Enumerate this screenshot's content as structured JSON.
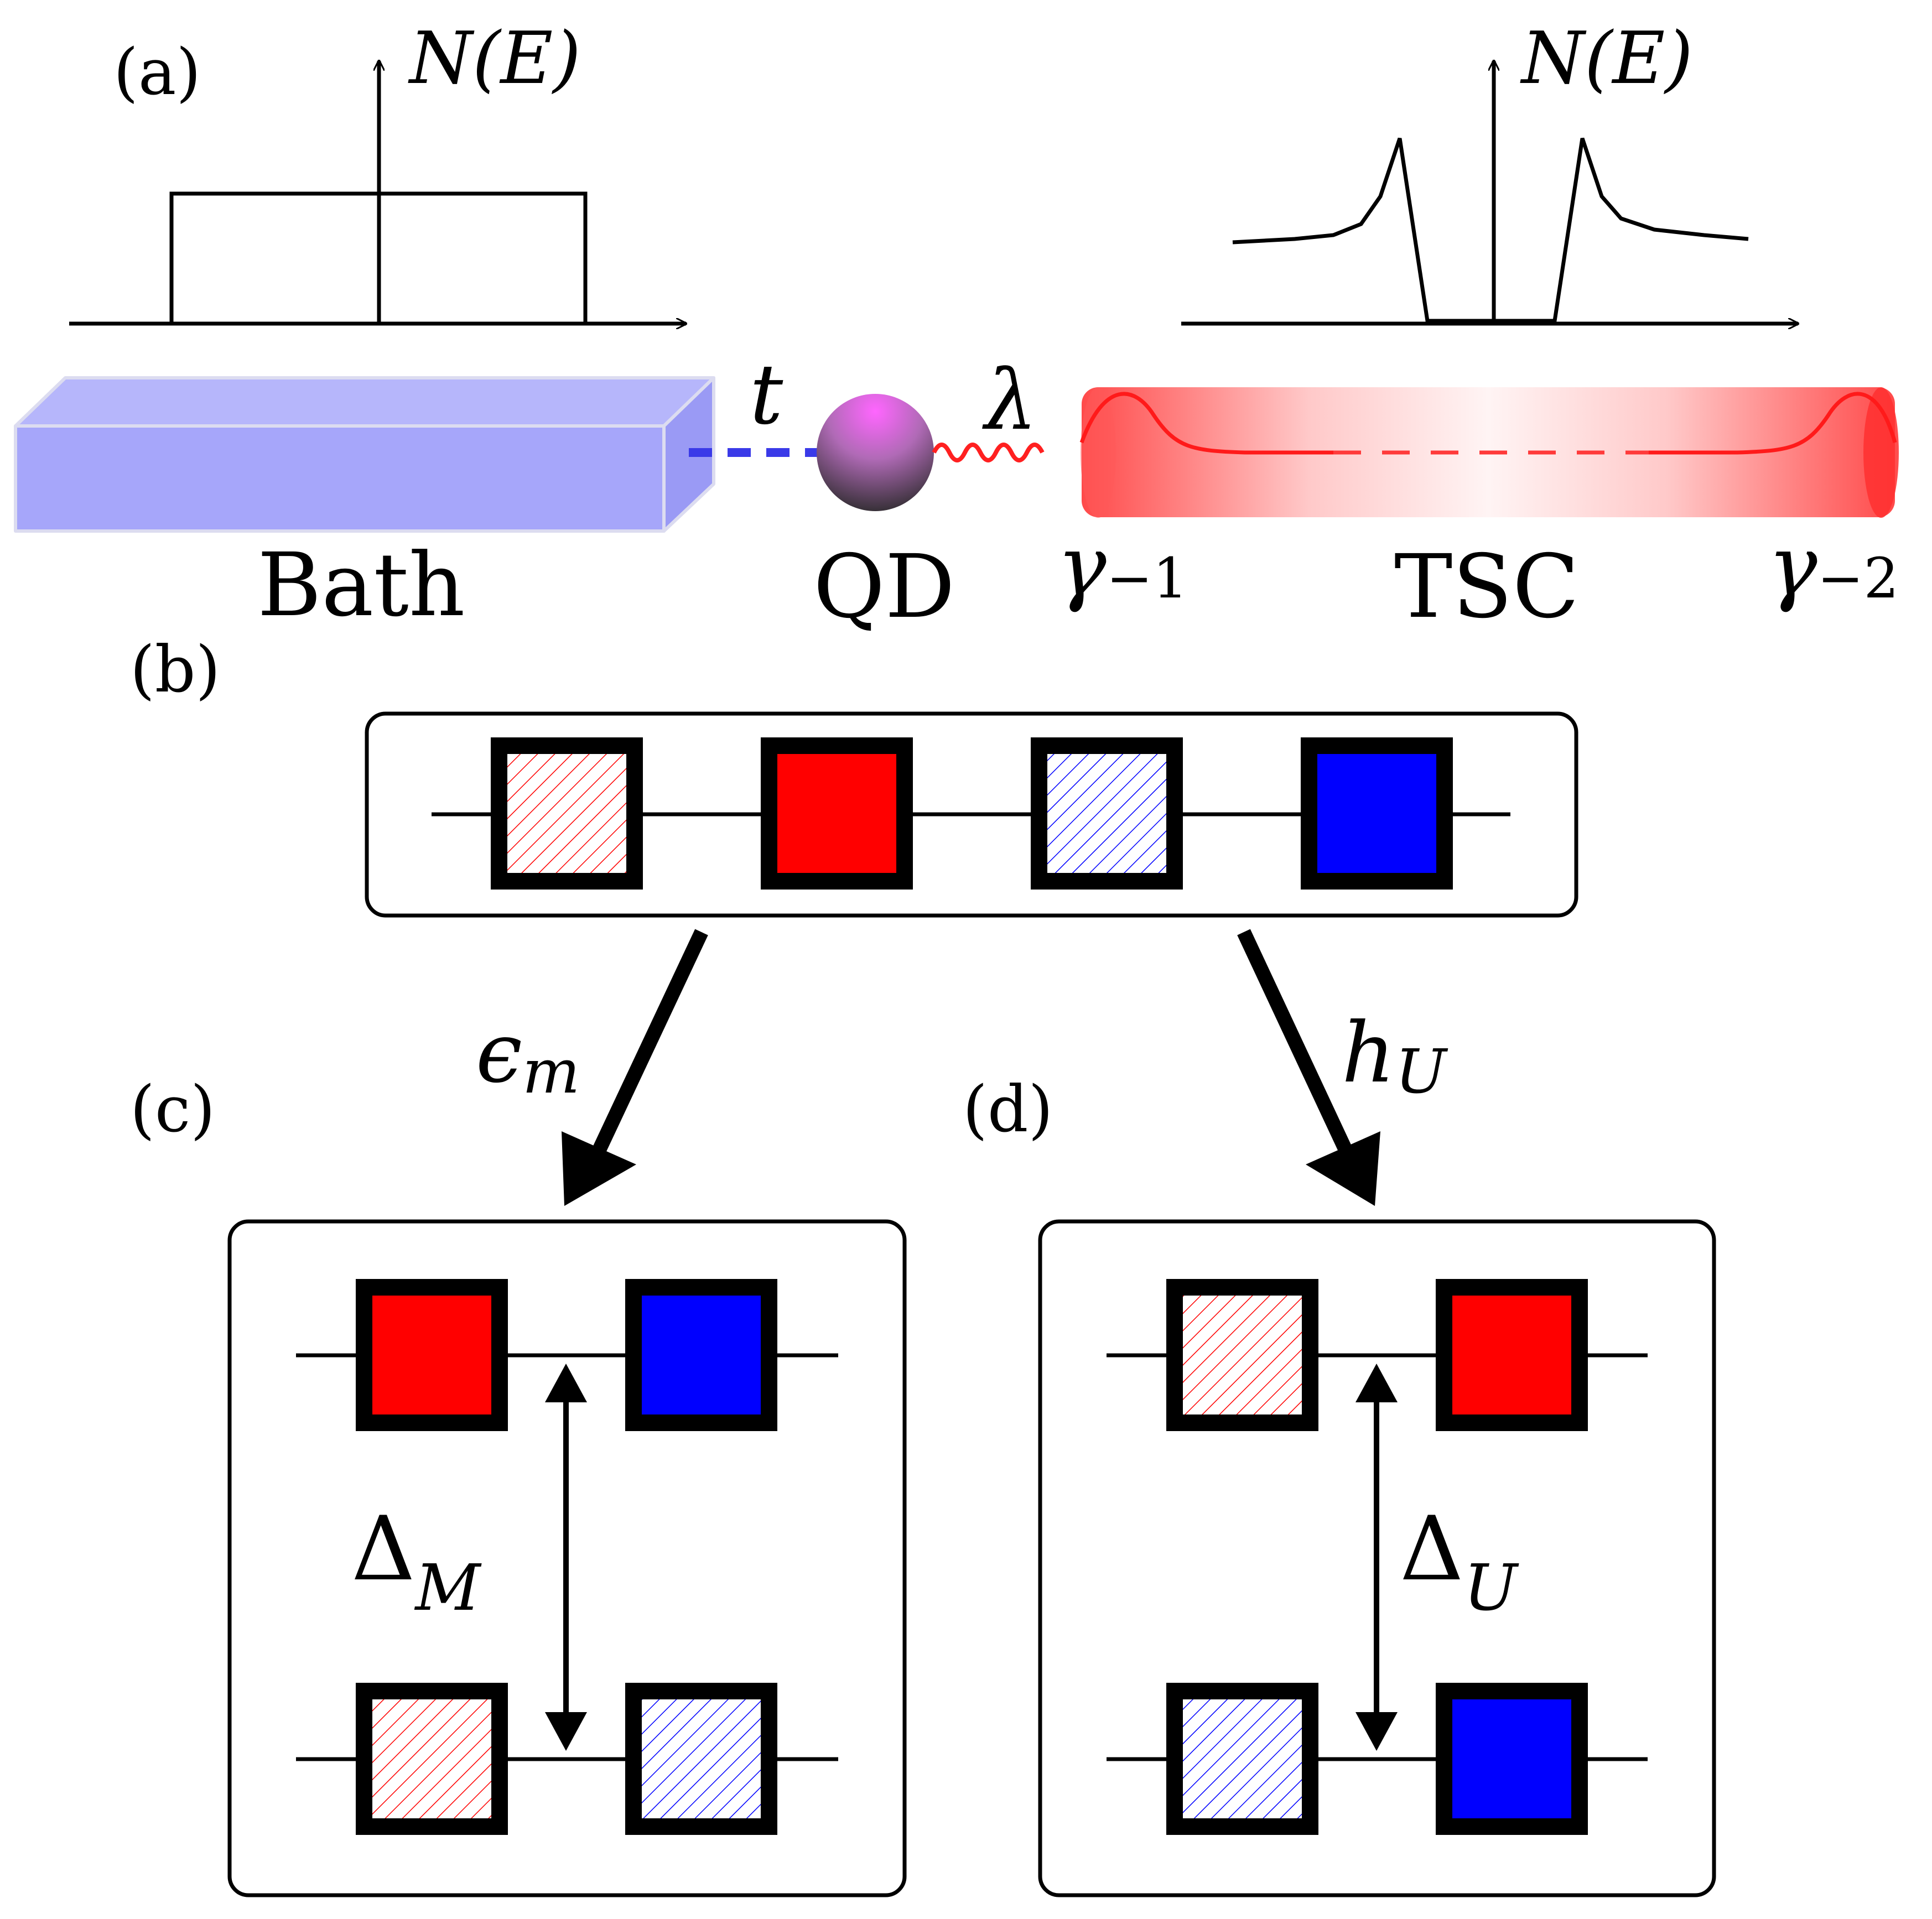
{
  "panels": {
    "a": "(a)",
    "b": "(b)",
    "c": "(c)",
    "d": "(d)"
  },
  "dos": {
    "axis_label_N": "N",
    "axis_label_E": "(E)",
    "bath_axis_label": "N(E)",
    "tsc_axis_label": "N(E)"
  },
  "system": {
    "bath_label": "Bath",
    "qd_label": "QD",
    "tsc_label": "TSC",
    "coupling_t": "t",
    "coupling_lambda": "λ",
    "gamma_base": "γ",
    "gamma1_sub": "−1",
    "gamma2_sub": "−2"
  },
  "arrows": {
    "left_base": "ϵ",
    "left_sub": "m",
    "right_base": "h",
    "right_sub": "U"
  },
  "gaps": {
    "left_base": "Δ",
    "left_sub": "M",
    "right_base": "Δ",
    "right_sub": "U"
  },
  "colors": {
    "bath": "#a6a6fa",
    "tsc": "#ff3b3b",
    "red": "#ff0000",
    "blue": "#0000ff",
    "dashed_t": "#3a3ae8"
  },
  "chains": {
    "b": [
      "red-hatched",
      "red-solid",
      "blue-hatched",
      "blue-solid"
    ],
    "c_top": [
      "red-solid",
      "blue-solid"
    ],
    "c_bottom": [
      "red-hatched",
      "blue-hatched"
    ],
    "d_top": [
      "red-hatched",
      "red-solid"
    ],
    "d_bottom": [
      "blue-hatched",
      "blue-solid"
    ]
  }
}
